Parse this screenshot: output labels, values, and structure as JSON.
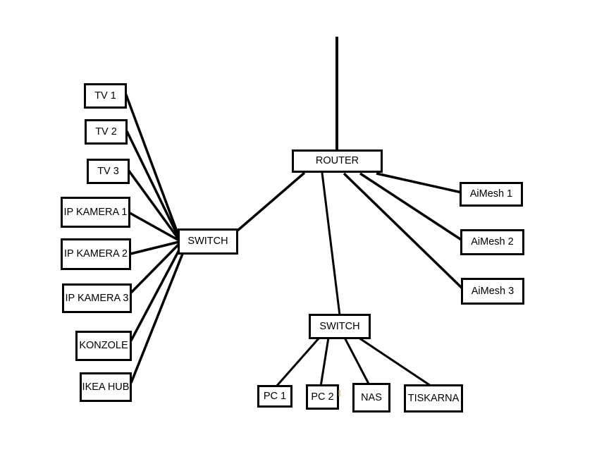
{
  "diagram": {
    "type": "network-topology",
    "colors": {
      "background": "#ffffff",
      "line": "#000000",
      "box_border": "#000000",
      "box_fill": "#ffffff",
      "text": "#000000"
    },
    "nodes": {
      "tv1": {
        "label": "TV 1"
      },
      "tv2": {
        "label": "TV 2"
      },
      "tv3": {
        "label": "TV 3"
      },
      "ipkamera1": {
        "label": "IP KAMERA 1"
      },
      "ipkamera2": {
        "label": "IP KAMERA 2"
      },
      "ipkamera3": {
        "label": "IP KAMERA 3"
      },
      "konzole": {
        "label": "KONZOLE"
      },
      "ikeahub": {
        "label": "IKEA HUB"
      },
      "switch_left": {
        "label": "SWITCH"
      },
      "router": {
        "label": "ROUTER"
      },
      "aimesh1": {
        "label": "AiMesh 1"
      },
      "aimesh2": {
        "label": "AiMesh 2"
      },
      "aimesh3": {
        "label": "AiMesh 3"
      },
      "switch_bottom": {
        "label": "SWITCH"
      },
      "pc1": {
        "label": "PC 1"
      },
      "pc2": {
        "label": "PC 2"
      },
      "nas": {
        "label": "NAS"
      },
      "tiskarna": {
        "label": "TISKARNA"
      }
    },
    "edges": [
      {
        "from": "router",
        "to": "uplink-offscreen-top"
      },
      {
        "from": "tv1",
        "to": "switch_left"
      },
      {
        "from": "tv2",
        "to": "switch_left"
      },
      {
        "from": "tv3",
        "to": "switch_left"
      },
      {
        "from": "ipkamera1",
        "to": "switch_left"
      },
      {
        "from": "ipkamera2",
        "to": "switch_left"
      },
      {
        "from": "ipkamera3",
        "to": "switch_left"
      },
      {
        "from": "konzole",
        "to": "switch_left"
      },
      {
        "from": "ikeahub",
        "to": "switch_left"
      },
      {
        "from": "switch_left",
        "to": "router"
      },
      {
        "from": "router",
        "to": "switch_bottom"
      },
      {
        "from": "router",
        "to": "aimesh1"
      },
      {
        "from": "router",
        "to": "aimesh2"
      },
      {
        "from": "router",
        "to": "aimesh3"
      },
      {
        "from": "switch_bottom",
        "to": "pc1"
      },
      {
        "from": "switch_bottom",
        "to": "pc2"
      },
      {
        "from": "switch_bottom",
        "to": "nas"
      },
      {
        "from": "switch_bottom",
        "to": "tiskarna"
      }
    ]
  }
}
